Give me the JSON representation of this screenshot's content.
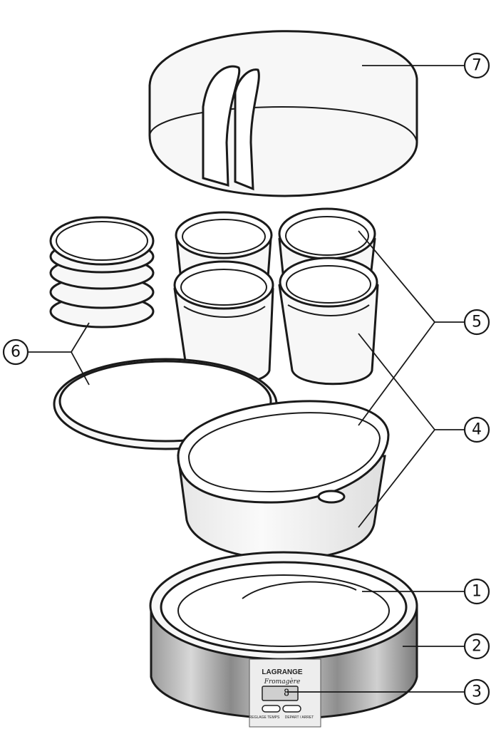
{
  "callouts": [
    {
      "id": "1",
      "label": "1"
    },
    {
      "id": "2",
      "label": "2"
    },
    {
      "id": "3",
      "label": "3"
    },
    {
      "id": "4",
      "label": "4"
    },
    {
      "id": "5",
      "label": "5"
    },
    {
      "id": "6",
      "label": "6"
    },
    {
      "id": "7",
      "label": "7"
    }
  ],
  "control_panel": {
    "brand": "LAGRANGE",
    "model": "Fromagère",
    "display": "8",
    "button_left": "REGLAGE TEMPS",
    "button_right": "DEPART / ARRET"
  }
}
